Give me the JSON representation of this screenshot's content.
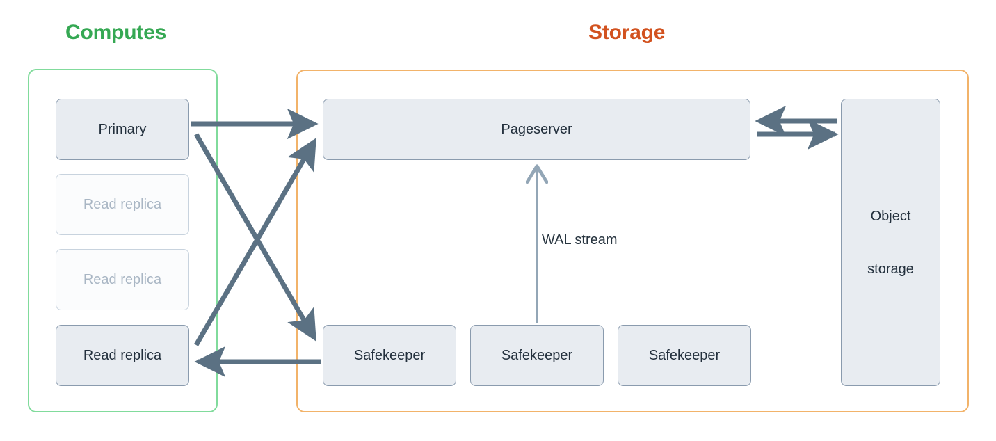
{
  "diagram": {
    "title_computes": "Computes",
    "title_storage": "Storage",
    "colors": {
      "computes_accent": "#35a853",
      "storage_accent": "#d2521f",
      "computes_border": "#81db9c",
      "storage_border": "#f2b36a",
      "node_fill": "#e8ecf1",
      "node_border": "#8a9bae",
      "node_text": "#23303d",
      "node_muted_fill": "#fbfcfd",
      "node_muted_border": "#c8d3de",
      "node_muted_text": "#a9b6c4",
      "arrow_thick": "#5b7183",
      "arrow_thin": "#93a6b6",
      "background": "#ffffff"
    }
  },
  "computes": {
    "label": "Computes",
    "nodes": [
      {
        "label": "Primary",
        "state": "active"
      },
      {
        "label": "Read replica",
        "state": "inactive"
      },
      {
        "label": "Read replica",
        "state": "inactive"
      },
      {
        "label": "Read replica",
        "state": "active"
      }
    ]
  },
  "storage": {
    "label": "Storage",
    "pageserver": {
      "label": "Pageserver"
    },
    "safekeepers": [
      {
        "label": "Safekeeper"
      },
      {
        "label": "Safekeeper"
      },
      {
        "label": "Safekeeper"
      }
    ],
    "object_storage": {
      "line1": "Object",
      "line2": "storage"
    }
  },
  "connectors": [
    {
      "name": "primary-to-pageserver",
      "from": "Primary",
      "to": "Pageserver",
      "label": "",
      "style": "thick",
      "direction": "one-way"
    },
    {
      "name": "primary-to-safekeeper",
      "from": "Primary",
      "to": "Safekeeper",
      "label": "",
      "style": "thick",
      "direction": "one-way"
    },
    {
      "name": "read-replica-to-pageserver",
      "from": "Read replica",
      "to": "Pageserver",
      "label": "",
      "style": "thick",
      "direction": "one-way"
    },
    {
      "name": "safekeeper-to-read-replica",
      "from": "Safekeeper",
      "to": "Read replica",
      "label": "",
      "style": "thick",
      "direction": "one-way"
    },
    {
      "name": "safekeeper-to-pageserver",
      "from": "Safekeeper",
      "to": "Pageserver",
      "label": "WAL stream",
      "style": "thin",
      "direction": "one-way"
    },
    {
      "name": "object-storage-to-pageserver",
      "from": "Object storage",
      "to": "Pageserver",
      "label": "",
      "style": "thick",
      "direction": "one-way"
    },
    {
      "name": "pageserver-to-object-storage",
      "from": "Pageserver",
      "to": "Object storage",
      "label": "",
      "style": "thick",
      "direction": "one-way"
    }
  ],
  "labels": {
    "wal_stream": "WAL stream"
  }
}
